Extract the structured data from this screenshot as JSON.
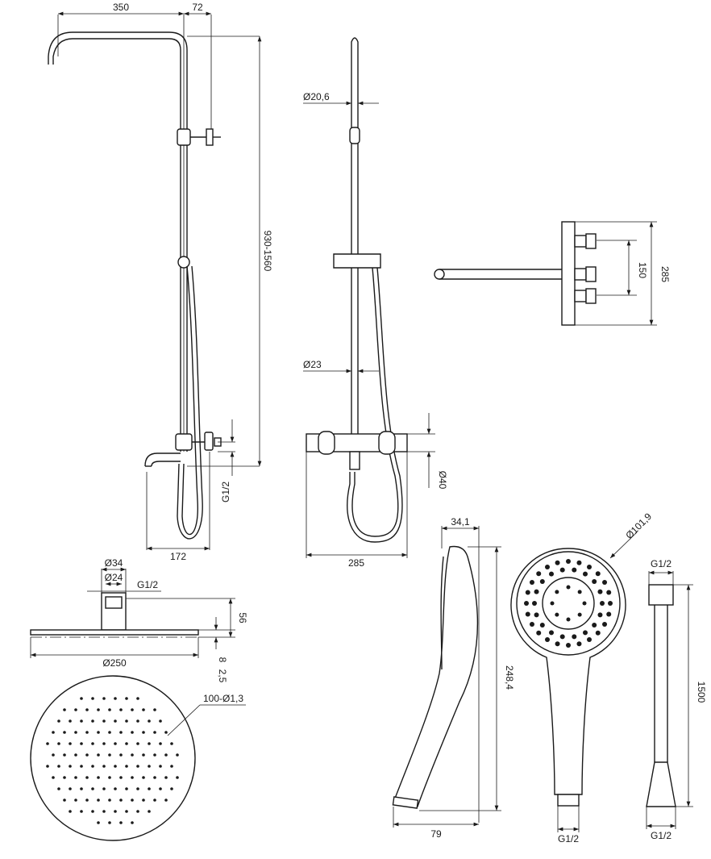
{
  "column_view": {
    "width_350": "350",
    "offset_72": "72",
    "height_range": "930-1560",
    "spout_172": "172",
    "thread": "G1/2"
  },
  "front_view": {
    "pipe_d_top": "Ø20,6",
    "pipe_d_bottom": "Ø23",
    "mixer_width": "285",
    "mixer_d": "Ø40"
  },
  "top_view": {
    "spacing_150": "150",
    "depth_285": "285"
  },
  "head_side_view": {
    "d34": "Ø34",
    "d24": "Ø24",
    "thread": "G1/2",
    "h56": "56",
    "h8": "8",
    "h2_5": "2,5",
    "d250": "Ø250"
  },
  "head_top_view": {
    "nozzles": "100-Ø1,3"
  },
  "handshower_side": {
    "thickness": "34,1",
    "length": "248,4",
    "depth": "79"
  },
  "handshower_front": {
    "diameter": "Ø101,9",
    "thread": "G1/2"
  },
  "hose": {
    "thread_top": "G1/2",
    "length": "1500",
    "thread_bottom": "G1/2"
  }
}
